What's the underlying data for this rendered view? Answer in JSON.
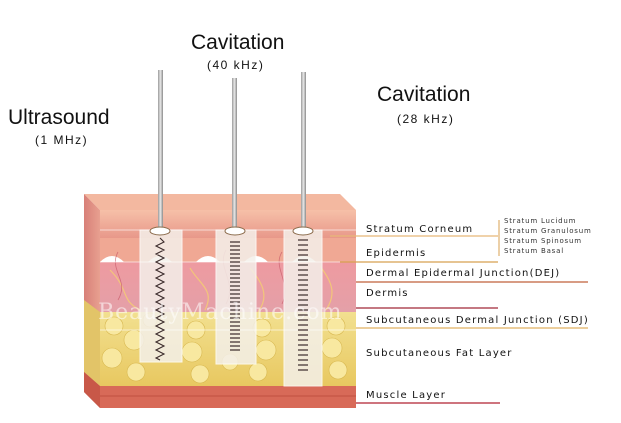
{
  "titles": {
    "ultrasound": {
      "label": "Ultrasound",
      "sub": "(1 MHz)"
    },
    "cavitation_40": {
      "label": "Cavitation",
      "sub": "(40 kHz)"
    },
    "cavitation_28": {
      "label": "Cavitation",
      "sub": "(28 kHz)"
    }
  },
  "layers": {
    "stratum_corneum": "Stratum Corneum",
    "epidermis": "Epidermis",
    "dej": "Dermal Epidermal Junction(DEJ)",
    "dermis": "Dermis",
    "sdj": "Subcutaneous Dermal Junction (SDJ)",
    "fat": "Subcutaneous Fat Layer",
    "muscle": "Muscle Layer"
  },
  "epidermis_sublayers": [
    "Stratum Lucidum",
    "Stratum Granulosum",
    "Stratum Spinosum",
    "Stratum Basal"
  ],
  "watermark": "BeautyMachine.com",
  "colors": {
    "corneum_line": "#e8b878",
    "epidermis_line": "#d8a050",
    "dej_line": "#c0603a",
    "dermis_line": "#a02838",
    "sdj_line": "#e0b060",
    "muscle_line": "#b02030",
    "skin_top": "#f0b0a0",
    "dermis_pink": "#e89098",
    "fat_yellow": "#f0d878",
    "muscle_red": "#d86050"
  }
}
